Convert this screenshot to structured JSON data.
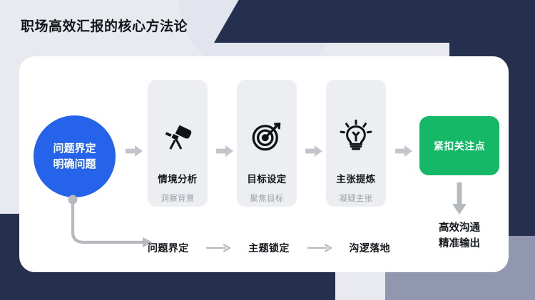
{
  "slide": {
    "title": "职场高效汇报的核心方法论",
    "colors": {
      "navy": "#25304f",
      "lavender": "#9197ae",
      "page_bg": "#e8eaf0",
      "card_bg": "#ffffff",
      "accent_blue": "#2563eb",
      "accent_green": "#14b866",
      "step_card_bg": "#eceef1",
      "arrow_gray": "#b6b9be",
      "subtitle_gray": "#9aa0a8"
    }
  },
  "start_node": {
    "name": "problem-definition-circle",
    "line1": "问题界定",
    "line2": "明确问题"
  },
  "steps": [
    {
      "icon": "telescope-icon",
      "label": "情境分析",
      "sublabel": "洞察背景"
    },
    {
      "icon": "target-bullseye-icon",
      "label": "目标设定",
      "sublabel": "聚焦目标"
    },
    {
      "icon": "lightbulb-icon",
      "label": "主张提炼",
      "sublabel": "凝疑主张"
    }
  ],
  "end_node": {
    "name": "focus-point-box",
    "label": "紧扣关注点"
  },
  "outcome": {
    "line1": "高效沟通",
    "line2": "精准输出"
  },
  "bottom_flow": {
    "items": [
      "问题界定",
      "主题锁定",
      "沟逻落地"
    ],
    "separator": "arrow-right"
  }
}
